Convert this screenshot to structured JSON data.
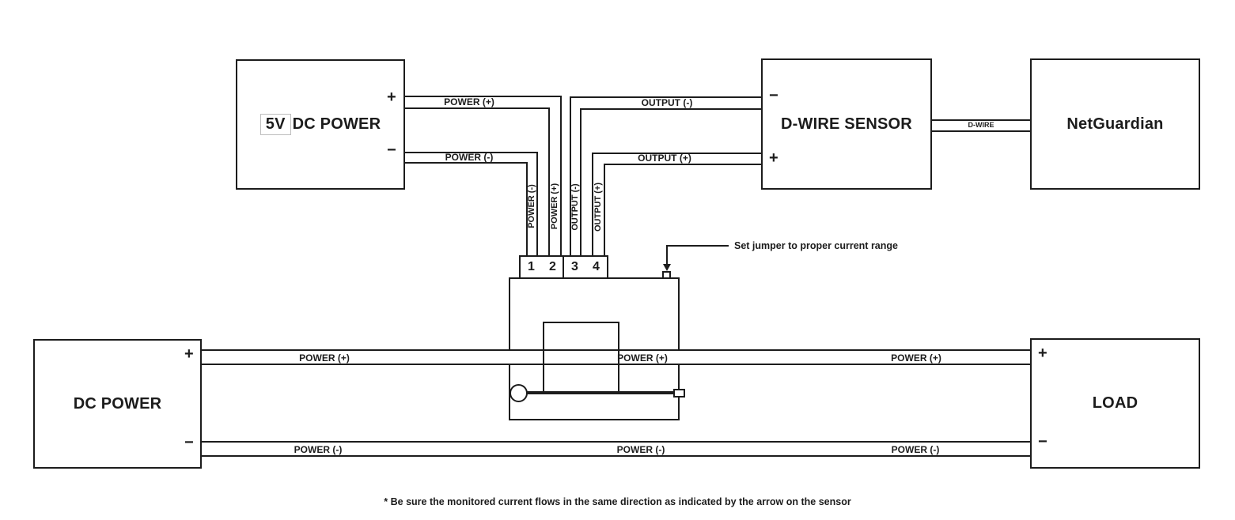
{
  "diagram": {
    "boxes": {
      "dc_power_5v": {
        "highlight": "5V",
        "label": "DC POWER",
        "terminal_top": "+",
        "terminal_bottom": "−"
      },
      "d_wire_sensor": {
        "label": "D-WIRE SENSOR",
        "terminal_top": "−",
        "terminal_bottom": "+"
      },
      "netguardian": {
        "label": "NetGuardian"
      },
      "dc_power": {
        "label": "DC POWER",
        "terminal_top": "+",
        "terminal_bottom": "−"
      },
      "load": {
        "label": "LOAD",
        "terminal_top": "+",
        "terminal_bottom": "−"
      }
    },
    "wire_labels": {
      "power_plus": "POWER (+)",
      "power_minus": "POWER (-)",
      "output_minus": "OUTPUT (-)",
      "output_plus": "OUTPUT (+)",
      "d_wire": "D-WIRE",
      "vertical": [
        "POWER (-)",
        "POWER (+)",
        "OUTPUT (-)",
        "OUTPUT (+)"
      ]
    },
    "terminals": [
      "1",
      "2",
      "3",
      "4"
    ],
    "annotation": "Set jumper to proper current range",
    "footnote": "* Be sure the monitored current flows in the same direction as indicated by the arrow on the sensor",
    "colors": {
      "line": "#1c1c1c",
      "background": "#ffffff",
      "highlight_border": "#bdbdbd"
    }
  }
}
